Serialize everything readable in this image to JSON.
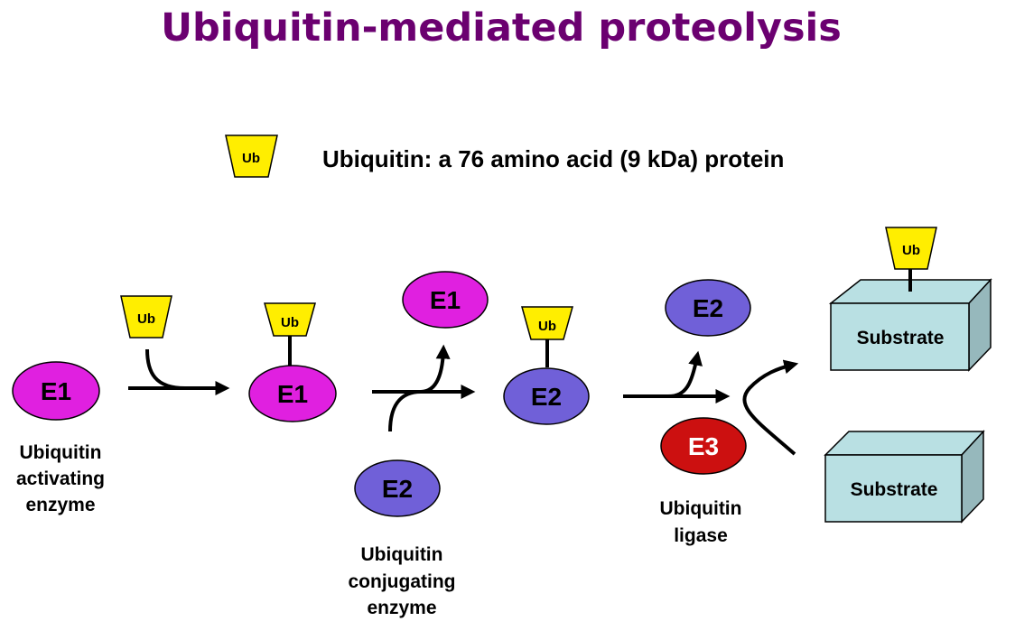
{
  "title": "Ubiquitin-mediated proteolysis",
  "legend": {
    "tag": "Ub",
    "text": "Ubiquitin: a 76 amino acid (9 kDa) protein"
  },
  "ub_tag": "Ub",
  "enzymes": {
    "e1": "E1",
    "e2": "E2",
    "e3": "E3"
  },
  "substrate_label": "Substrate",
  "captions": {
    "e1": [
      "Ubiquitin",
      "activating",
      "enzyme"
    ],
    "e2": [
      "Ubiquitin",
      "conjugating",
      "enzyme"
    ],
    "e3": [
      "Ubiquitin",
      "ligase"
    ]
  },
  "colors": {
    "title": "#6b0070",
    "e1": "#e020e0",
    "e2": "#7060d8",
    "e3": "#cc1010",
    "ub": "#ffee00",
    "substrate": "#b9e0e3",
    "substrate_side": "#96b8bc"
  }
}
